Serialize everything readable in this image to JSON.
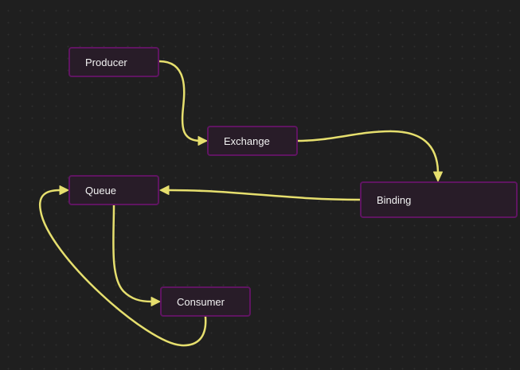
{
  "diagram": {
    "nodes": [
      {
        "id": "producer",
        "label": "Producer"
      },
      {
        "id": "exchange",
        "label": "Exchange"
      },
      {
        "id": "queue",
        "label": "Queue"
      },
      {
        "id": "binding",
        "label": "Binding"
      },
      {
        "id": "consumer",
        "label": "Consumer"
      }
    ],
    "edges": [
      {
        "from": "producer",
        "to": "exchange"
      },
      {
        "from": "exchange",
        "to": "binding"
      },
      {
        "from": "binding",
        "to": "queue"
      },
      {
        "from": "queue",
        "to": "consumer"
      },
      {
        "from": "consumer",
        "to": "queue"
      }
    ],
    "colors": {
      "background": "#1f1f1f",
      "grid_dot": "#2e2e2e",
      "node_fill": "#281c28",
      "node_border": "#5f1561",
      "node_text": "#f2f2f2",
      "edge": "#e6df6e"
    }
  }
}
